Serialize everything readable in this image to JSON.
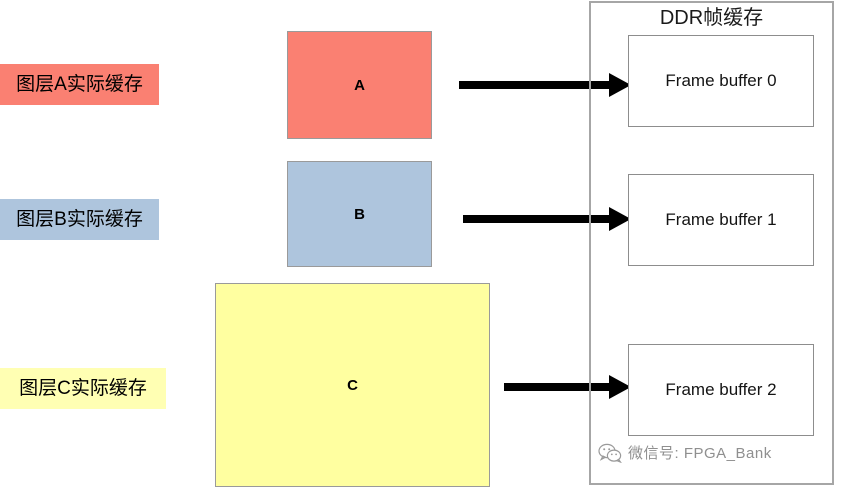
{
  "diagram": {
    "title": "DDR帧缓存",
    "legend": [
      {
        "id": "a",
        "label": "图层A实际缓存",
        "color": "#FA8072"
      },
      {
        "id": "b",
        "label": "图层B实际缓存",
        "color": "#AEC5DD"
      },
      {
        "id": "c",
        "label": "图层C实际缓存",
        "color": "#FFFFB3"
      }
    ],
    "layers": [
      {
        "id": "a",
        "label": "A",
        "color": "#FA8072"
      },
      {
        "id": "b",
        "label": "B",
        "color": "#AEC5DD"
      },
      {
        "id": "c",
        "label": "C",
        "color": "#FFFFA0"
      }
    ],
    "frame_buffers": [
      {
        "id": "fb0",
        "label": "Frame buffer 0"
      },
      {
        "id": "fb1",
        "label": "Frame buffer 1"
      },
      {
        "id": "fb2",
        "label": "Frame buffer 2"
      }
    ],
    "arrows": [
      {
        "id": "arrow-a",
        "from": "A",
        "to": "Frame buffer 0"
      },
      {
        "id": "arrow-b",
        "from": "B",
        "to": "Frame buffer 1"
      },
      {
        "id": "arrow-c",
        "from": "C",
        "to": "Frame buffer 2"
      }
    ],
    "watermark": {
      "icon": "wechat-icon",
      "text": "微信号: FPGA_Bank"
    },
    "colors": {
      "panel_border": "#a6a6a6",
      "box_border": "#8d8d8d",
      "arrow": "#000000",
      "watermark_text": "#8f8f8f"
    }
  }
}
